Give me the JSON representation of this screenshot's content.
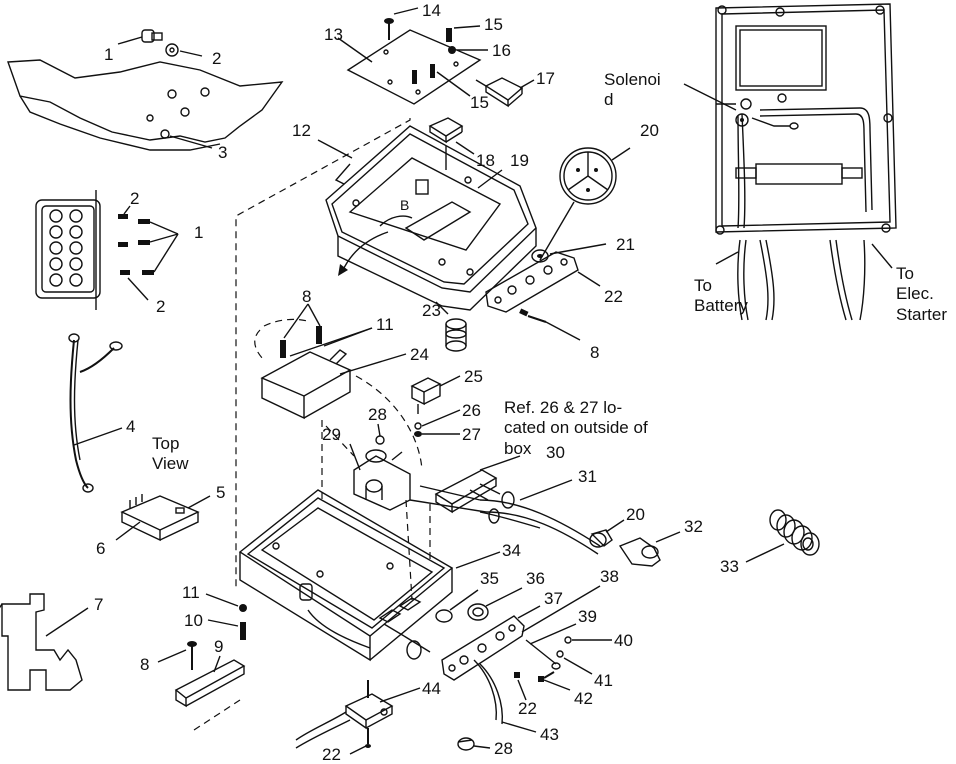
{
  "diagram": {
    "labels": {
      "l1a": "1",
      "l2a": "2",
      "l3": "3",
      "l2b": "2",
      "l1b": "1",
      "l2c": "2",
      "l4": "4",
      "l5": "5",
      "l6": "6",
      "l7": "7",
      "l8a": "8",
      "l9": "9",
      "l10": "10",
      "l11a": "11",
      "l13": "13",
      "l14": "14",
      "l15a": "15",
      "l16": "16",
      "l17": "17",
      "l15b": "15",
      "l12": "12",
      "l18": "18",
      "l19": "19",
      "l20a": "20",
      "l21": "21",
      "l22a": "22",
      "l8b": "8",
      "l23": "23",
      "l8c": "8",
      "l11b": "11",
      "l24": "24",
      "l25": "25",
      "l28a": "28",
      "l26": "26",
      "l27": "27",
      "l29": "29",
      "l30": "30",
      "l31": "31",
      "l20b": "20",
      "l32": "32",
      "l33": "33",
      "l34": "34",
      "l35": "35",
      "l36": "36",
      "l37": "37",
      "l38": "38",
      "l39": "39",
      "l40": "40",
      "l41": "41",
      "l42": "42",
      "l22b": "22",
      "l43": "43",
      "l44": "44",
      "l22c": "22",
      "l28b": "28"
    },
    "texts": {
      "top_view": "Top\nView",
      "ref_note": "Ref. 26 & 27 lo-\ncated on outside of\nbox",
      "solenoid": "Solenoi\nd",
      "to_battery": "To\nBattery",
      "to_elec_starter": "To\nElec.\nStarter",
      "b_mark": "B"
    }
  }
}
